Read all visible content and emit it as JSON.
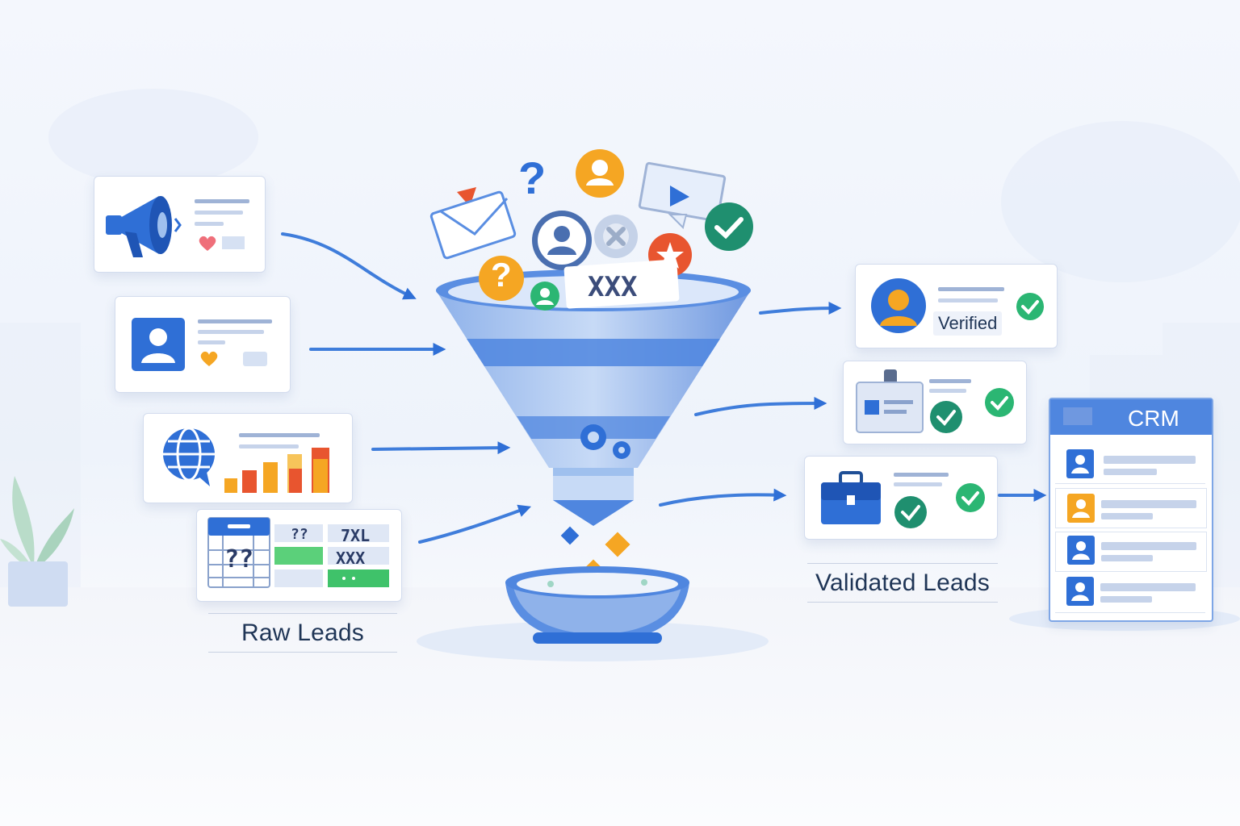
{
  "labels": {
    "raw_leads": "Raw Leads",
    "validated_leads": "Validated Leads"
  },
  "crm": {
    "title": "CRM"
  },
  "cards": {
    "verified_text": "Verified",
    "table_question": "??",
    "table_small_question": "??",
    "table_code": "7XL",
    "table_xxx": "XXX",
    "funnel_xxx": "XXX"
  },
  "funnel_icons": {
    "question_mark": "?",
    "question_badge": "?"
  },
  "colors": {
    "primary_blue": "#2f6fd6",
    "light_blue": "#9fc0ee",
    "orange": "#f5a623",
    "green": "#2bb673",
    "teal": "#1f8f6f",
    "red_orange": "#e8552f",
    "navy_text": "#1f3556"
  }
}
